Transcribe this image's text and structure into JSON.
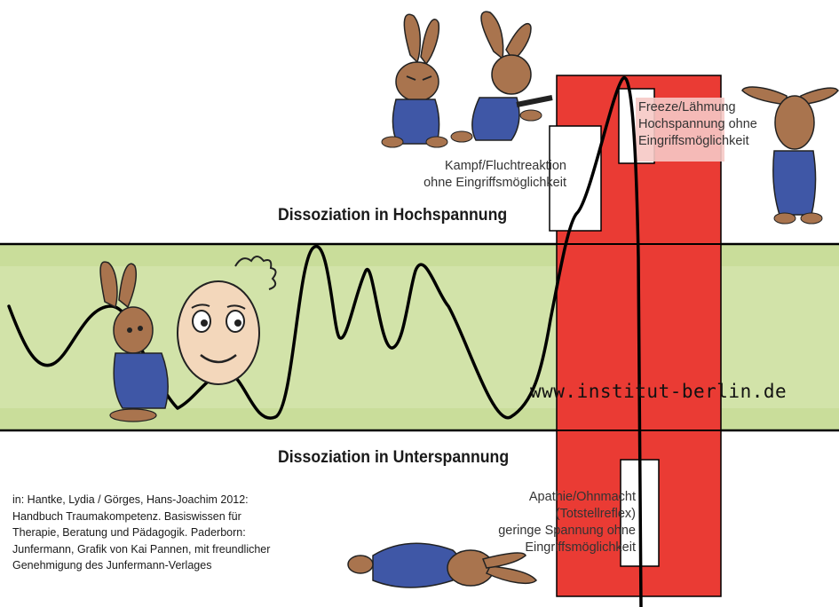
{
  "colors": {
    "green_band": "#c9dd9a",
    "red_zone": "#ea3b34",
    "curve": "#000000",
    "rabbit_fur": "#a9744e",
    "overalls": "#3f57a6"
  },
  "headings": {
    "high": "Dissoziation in Hochspannung",
    "low": "Dissoziation in Unterspannung"
  },
  "states": {
    "fight_flight": [
      "Kampf/Fluchtreaktion",
      "ohne Eingriffsmöglichkeit"
    ],
    "freeze": [
      "Freeze/Lähmung",
      "Hochspannung ohne",
      "Eingriffsmöglichkeit"
    ],
    "apathy": [
      "Apathie/Ohnmacht",
      "(Totstellreflex)",
      "geringe Spannung ohne",
      "Eingriffsmöglichkeit"
    ]
  },
  "watermark": "www.institut-berlin.de",
  "citation": [
    "in: Hantke, Lydia / Görges, Hans-Joachim 2012:",
    "Handbuch Traumakompetenz. Basiswissen für",
    "Therapie, Beratung und Pädagogik. Paderborn:",
    "Junfermann, Grafik von Kai Pannen, mit freundlicher",
    "Genehmigung des Junfermann-Verlages"
  ],
  "illustrations": [
    "angry-rabbit",
    "running-rabbit",
    "frozen-rabbit",
    "sitting-rabbit",
    "smiling-face",
    "lying-rabbit"
  ]
}
